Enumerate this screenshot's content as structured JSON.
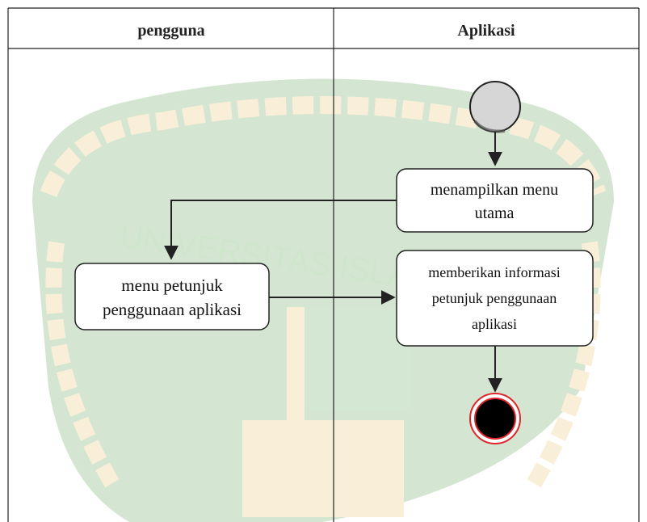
{
  "swimlanes": [
    {
      "title": "pengguna"
    },
    {
      "title": "Aplikasi"
    }
  ],
  "activities": {
    "show_main_menu": {
      "lines": [
        "menampilkan menu",
        "utama"
      ]
    },
    "help_menu": {
      "lines": [
        "menu petunjuk",
        "penggunaan aplikasi"
      ]
    },
    "give_info": {
      "lines": [
        "memberikan informasi",
        "petunjuk penggunaan",
        "aplikasi"
      ]
    }
  },
  "watermark": {
    "text": "UNIVERSITAS ISLAM RIAU"
  },
  "colors": {
    "line": "#222222",
    "start_fill": "#d6d6d6",
    "end_ring": "#e0242a",
    "watermark_green": "#8fbf8a",
    "watermark_gold": "#f0d79a"
  }
}
